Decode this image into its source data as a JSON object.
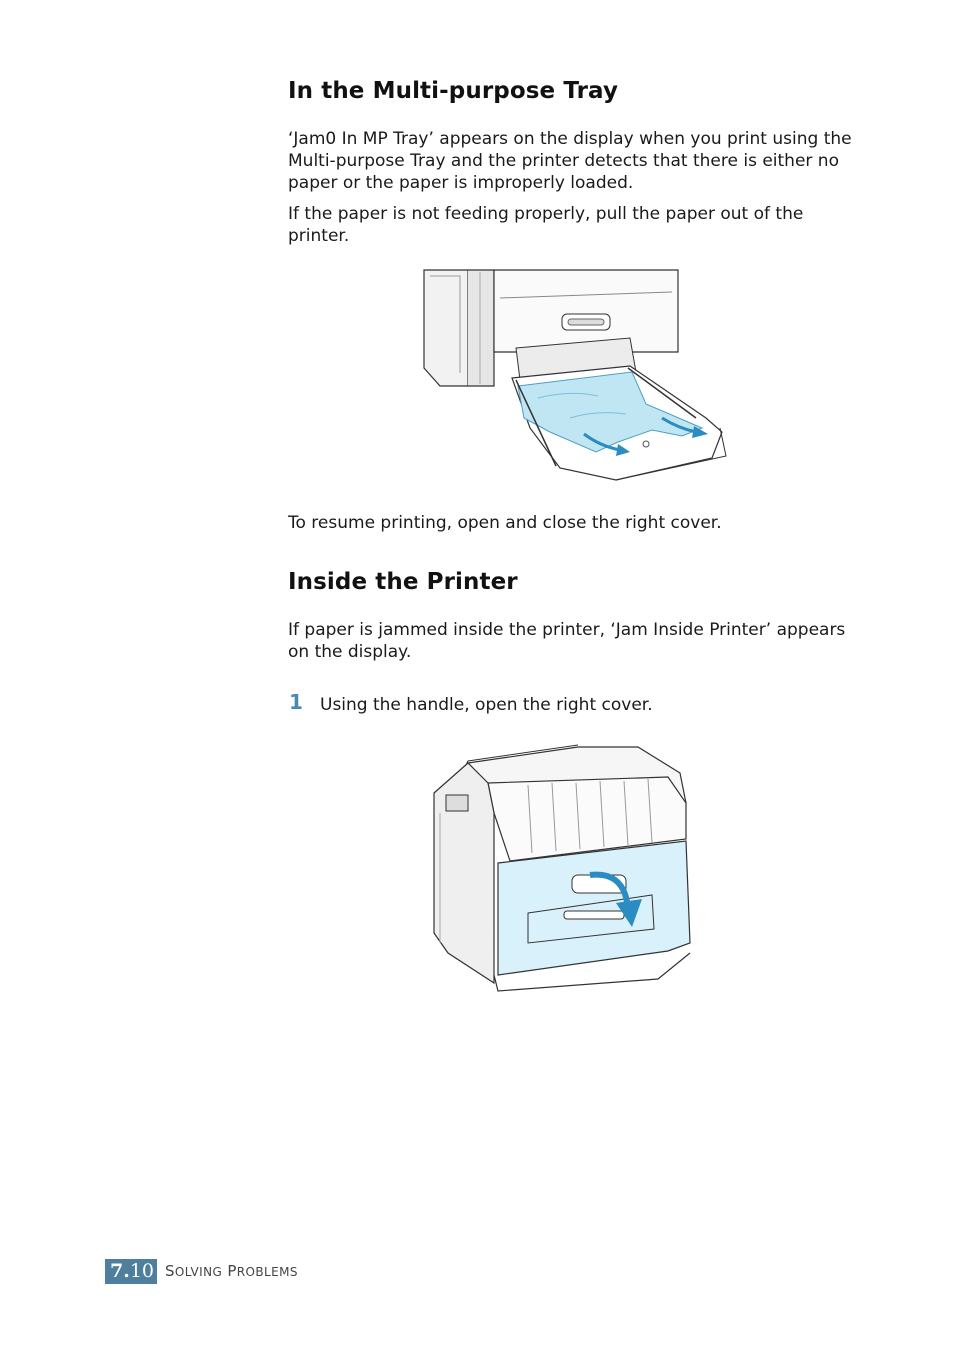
{
  "section1": {
    "heading": "In the Multi-purpose Tray",
    "para1": "‘Jam0 In MP Tray’  appears on the display when you print using the Multi-purpose Tray and the printer detects that there is either no paper or the paper is improperly loaded.",
    "para2": "If the paper is not feeding properly, pull the paper out of the printer.",
    "para3": "To resume printing, open and close the right cover."
  },
  "section2": {
    "heading": "Inside the Printer",
    "para1": "If paper is jammed inside the printer, ‘Jam Inside Printer’ appears on the display.",
    "steps": [
      {
        "number": "1",
        "text": "Using the handle, open the right cover."
      }
    ]
  },
  "footer": {
    "chapter": "7.",
    "page": "10",
    "title_first_a": "S",
    "title_rest_a": "OLVING",
    "title_first_b": "P",
    "title_rest_b": "ROBLEMS"
  },
  "colors": {
    "accent": "#4e7f9c",
    "step_number": "#4a8ab0",
    "paper_highlight": "#bfe6f2",
    "arrow": "#2a8cc0"
  }
}
